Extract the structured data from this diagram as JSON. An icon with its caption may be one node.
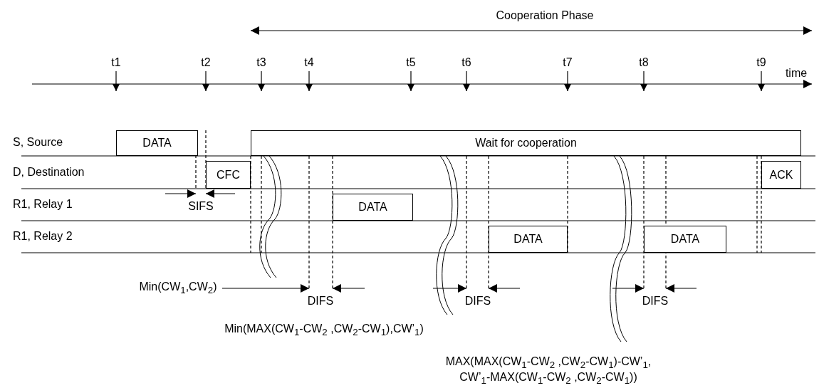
{
  "diagram": {
    "nodes": [
      {
        "text": [
          "DATA"
        ]
      },
      {
        "text": [
          "Wait for cooperation"
        ]
      },
      {
        "text": [
          "CFC"
        ]
      },
      {
        "text": [
          "ACK"
        ]
      },
      {
        "text": [
          "DATA"
        ]
      },
      {
        "text": [
          "DATA"
        ]
      },
      {
        "text": [
          "DATA"
        ]
      }
    ],
    "labels": [
      "Cooperation Phase",
      "t1",
      "t2",
      "t3",
      "t4",
      "t5",
      "t6",
      "t7",
      "t8",
      "t9",
      "time",
      "S, Source",
      "D, Destination",
      "R1, Relay 1",
      "SIFS",
      "R1, Relay 2",
      "Min(CW$_{1}$,CW$_{2}$)",
      "DIFS",
      "DIFS",
      "DIFS",
      "Min(MAX(CW$_{1}$-CW$_{2}$ ,CW$_{2}$-CW$_{1}$),CW’$_{1}$)",
      "MAX(MAX(CW$_{1}$-CW$_{2}$ ,CW$_{2}$-CW$_{1}$)-CW’$_{1}$, CW’$_{1}$-MAX(CW$_{1}$-CW$_{2}$ ,CW$_{2}$-CW$_{1}$))"
    ]
  }
}
